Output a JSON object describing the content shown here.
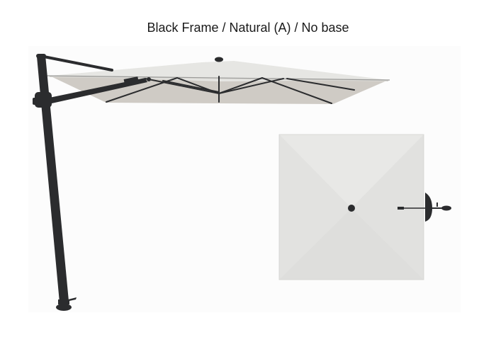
{
  "product": {
    "configuration_title": "Black Frame / Natural (A) / No base",
    "frame_color": "Black",
    "canopy_color": "Natural (A)",
    "base": "No base"
  },
  "views": {
    "side": {
      "label": "side-view"
    },
    "top": {
      "label": "top-view"
    }
  },
  "colors": {
    "frame": "#2b2c2e",
    "canopy_top": "#e6e6e3",
    "canopy_under": "#cfcbc5",
    "canopy_topview": "#e4e4e2",
    "image_bg": "#fcfcfc",
    "title_text": "#1a1a1a"
  }
}
